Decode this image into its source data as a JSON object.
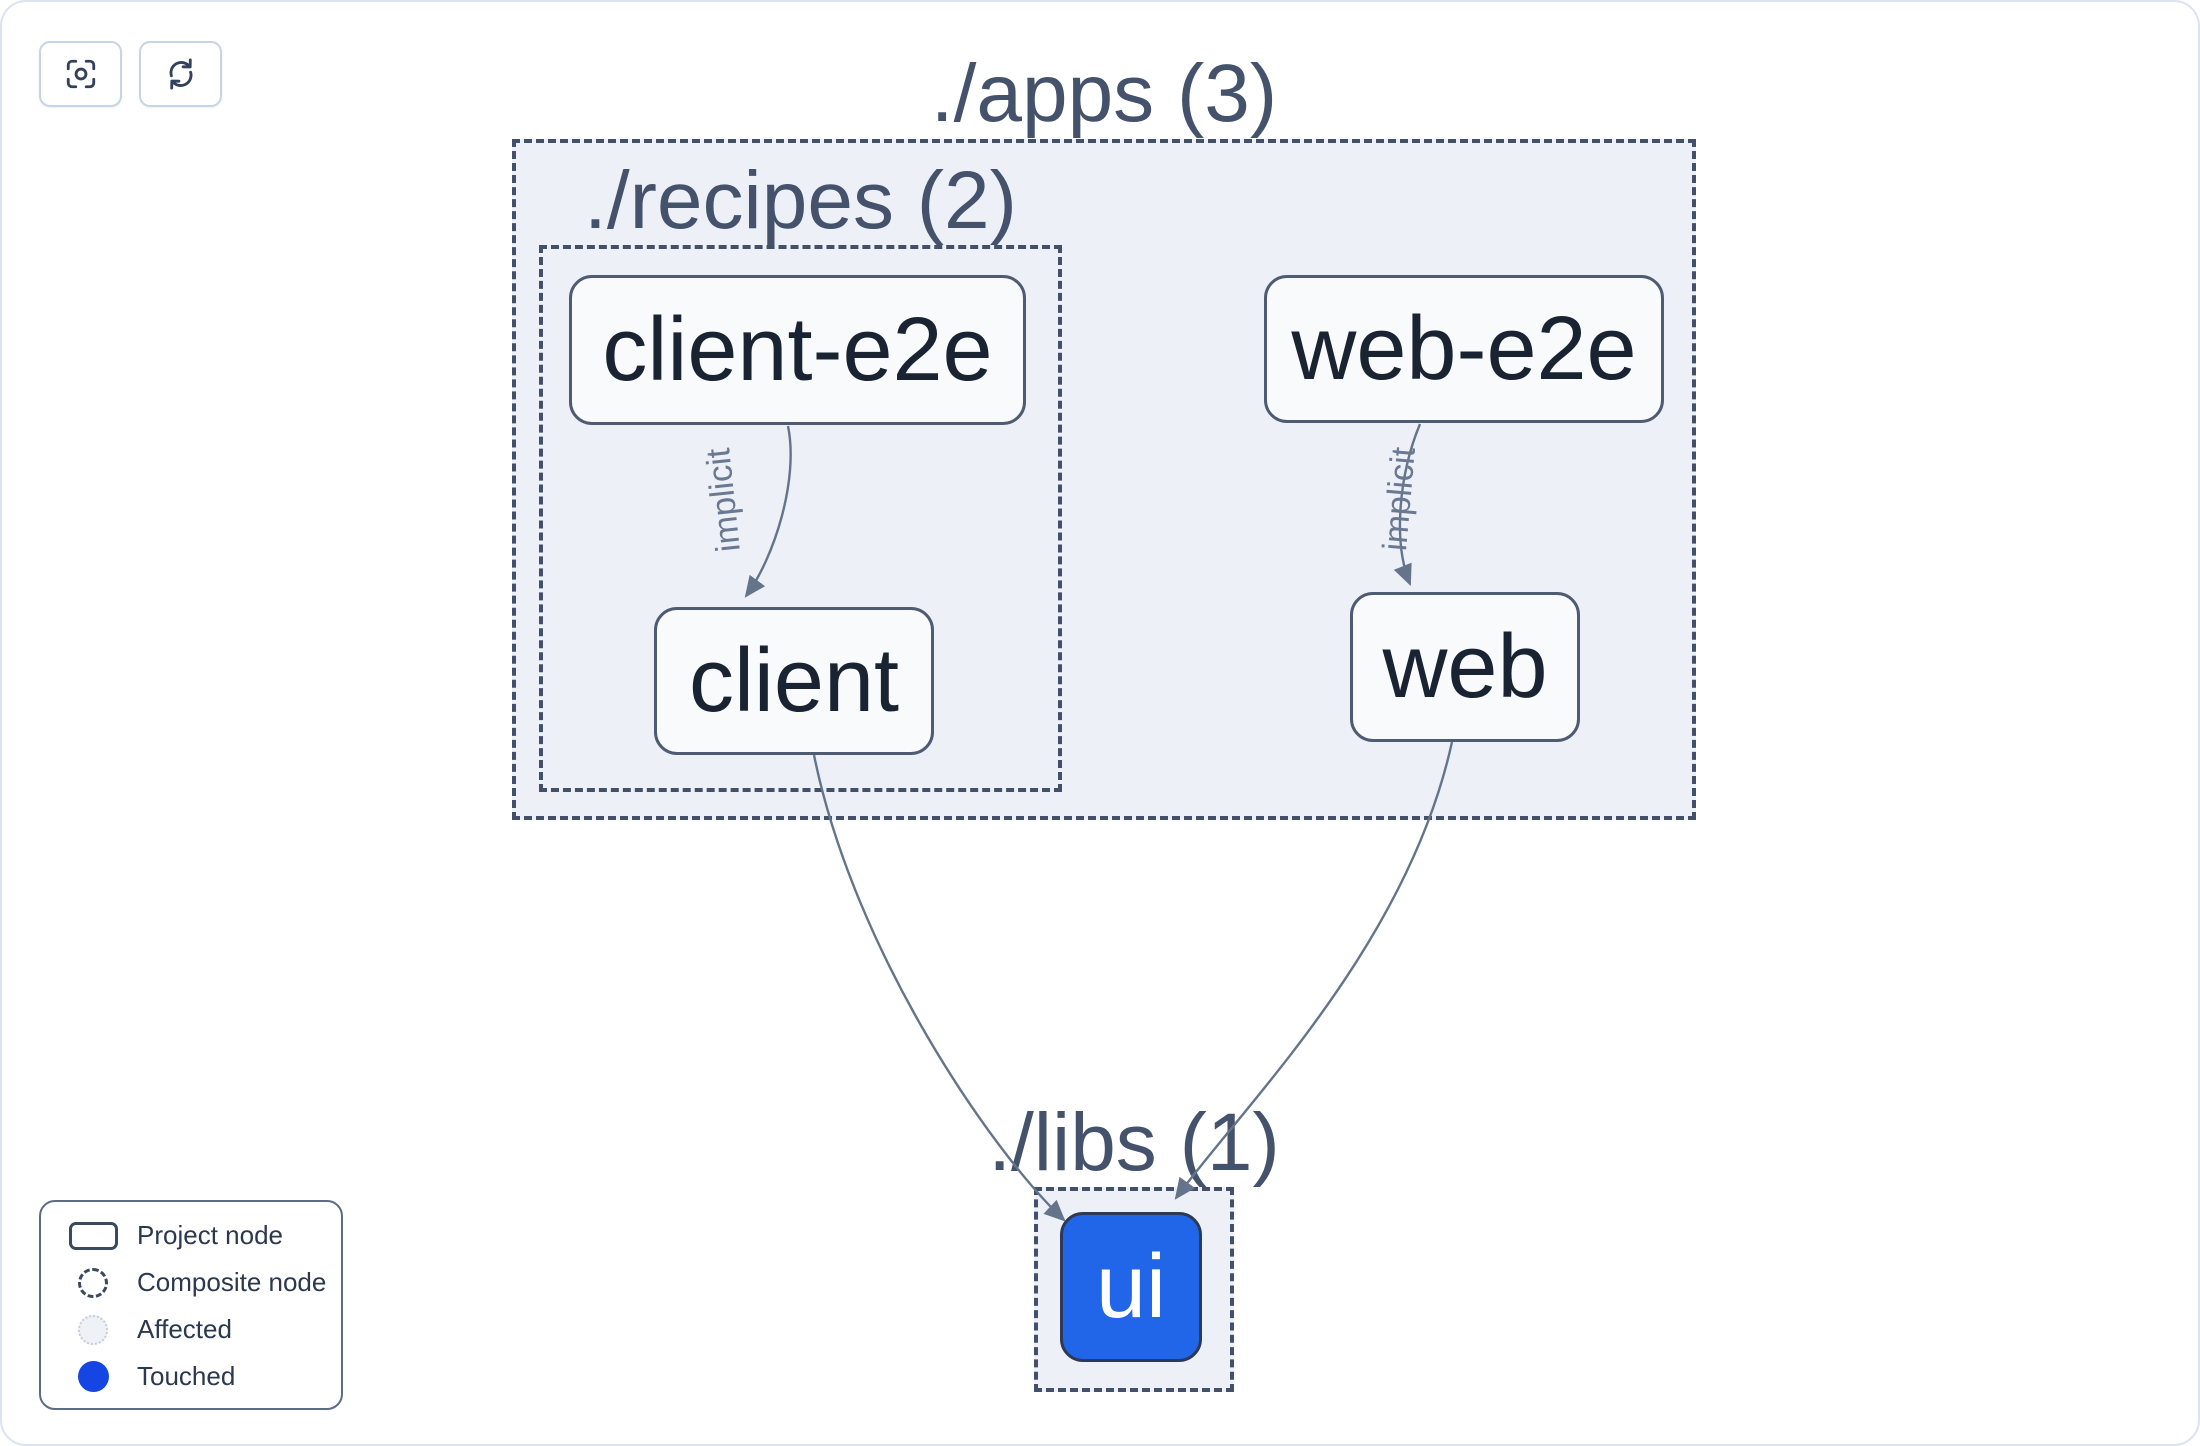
{
  "toolbar": {
    "buttons": [
      {
        "id": "focus",
        "icon": "focus-icon"
      },
      {
        "id": "refresh",
        "icon": "refresh-icon"
      }
    ]
  },
  "graph": {
    "groups": [
      {
        "id": "apps",
        "label": "./apps (3)"
      },
      {
        "id": "recipes",
        "label": "./recipes (2)"
      },
      {
        "id": "libs",
        "label": "./libs (1)"
      }
    ],
    "nodes": [
      {
        "id": "client-e2e",
        "label": "client-e2e",
        "state": "project"
      },
      {
        "id": "web-e2e",
        "label": "web-e2e",
        "state": "project"
      },
      {
        "id": "client",
        "label": "client",
        "state": "project"
      },
      {
        "id": "web",
        "label": "web",
        "state": "project"
      },
      {
        "id": "ui",
        "label": "ui",
        "state": "touched"
      }
    ],
    "edges": [
      {
        "from": "client-e2e",
        "to": "client",
        "label": "implicit"
      },
      {
        "from": "web-e2e",
        "to": "web",
        "label": "implicit"
      },
      {
        "from": "client",
        "to": "ui",
        "label": ""
      },
      {
        "from": "web",
        "to": "ui",
        "label": ""
      }
    ]
  },
  "legend": {
    "items": [
      {
        "label": "Project node",
        "swatch": "project"
      },
      {
        "label": "Composite node",
        "swatch": "composite"
      },
      {
        "label": "Affected",
        "swatch": "affected"
      },
      {
        "label": "Touched",
        "swatch": "touched"
      }
    ]
  },
  "colors": {
    "touched_node_fill": "#2166e8",
    "legend_touched": "#1546e3",
    "edge": "#64748b",
    "group_fill": "#edf0f6",
    "dashed_border": "#42506a",
    "node_border": "#4e5b73",
    "node_fill": "#f8fafc"
  }
}
